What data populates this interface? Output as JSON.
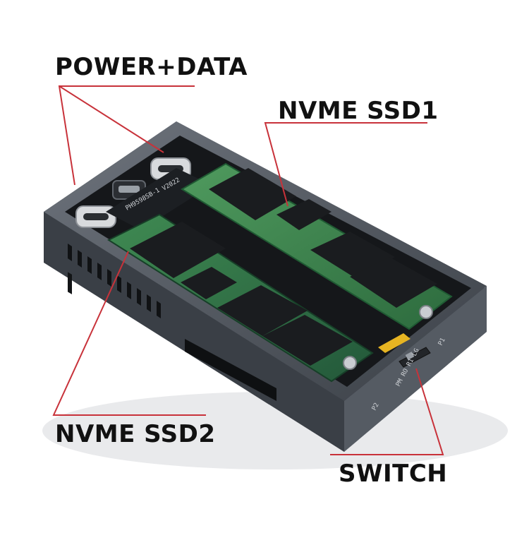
{
  "labels": {
    "power_data": "POWER+DATA",
    "nvme_ssd1": "NVME SSD1",
    "nvme_ssd2": "NVME SSD2",
    "switch": "SWITCH"
  },
  "markings": {
    "switch_positions": "PM RO R1 LG",
    "port1": "P1",
    "port2": "P2",
    "pcb_code": "PH9598SB-1",
    "pcb_ver": "V2022"
  },
  "colors": {
    "leader_line": "#c8323a",
    "enclosure": "#4a4f57",
    "pcb_green": "#2f7a45"
  }
}
